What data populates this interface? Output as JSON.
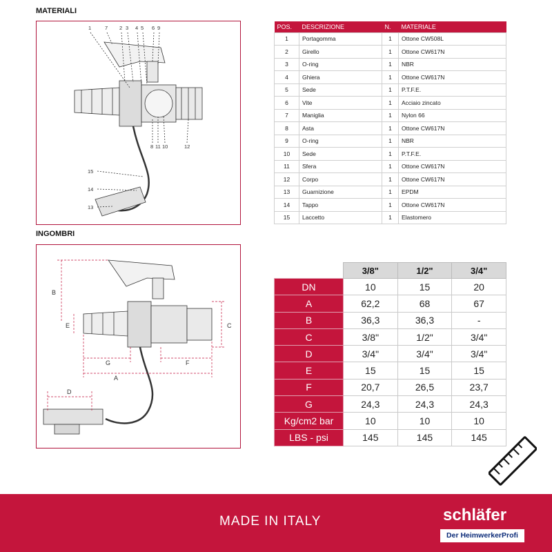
{
  "materiali_title": "MATERIALI",
  "ingombri_title": "INGOMBRI",
  "drawing1": {
    "top_numbers": [
      "1",
      "7",
      "2",
      "3",
      "4",
      "5",
      "6",
      "9"
    ],
    "bottom_numbers": [
      "8",
      "11",
      "10",
      "12"
    ],
    "side_numbers": [
      "15",
      "14",
      "13"
    ]
  },
  "drawing2": {
    "labels": [
      "B",
      "E",
      "C",
      "G",
      "F",
      "A",
      "D"
    ]
  },
  "materials": {
    "headers": [
      "POS.",
      "DESCRIZIONE",
      "N.",
      "MATERIALE"
    ],
    "rows": [
      [
        "1",
        "Portagomma",
        "1",
        "Ottone CW508L"
      ],
      [
        "2",
        "Girello",
        "1",
        "Ottone CW617N"
      ],
      [
        "3",
        "O-ring",
        "1",
        "NBR"
      ],
      [
        "4",
        "Ghiera",
        "1",
        "Ottone CW617N"
      ],
      [
        "5",
        "Sede",
        "1",
        "P.T.F.E."
      ],
      [
        "6",
        "Vite",
        "1",
        "Acciaio zincato"
      ],
      [
        "7",
        "Maniglia",
        "1",
        "Nylon 66"
      ],
      [
        "8",
        "Asta",
        "1",
        "Ottone CW617N"
      ],
      [
        "9",
        "O-ring",
        "1",
        "NBR"
      ],
      [
        "10",
        "Sede",
        "1",
        "P.T.F.E."
      ],
      [
        "11",
        "Sfera",
        "1",
        "Ottone CW617N"
      ],
      [
        "12",
        "Corpo",
        "1",
        "Ottone CW617N"
      ],
      [
        "13",
        "Guarnizione",
        "1",
        "EPDM"
      ],
      [
        "14",
        "Tappo",
        "1",
        "Ottone CW617N"
      ],
      [
        "15",
        "Laccetto",
        "1",
        "Elastomero"
      ]
    ]
  },
  "dimensions": {
    "sizes": [
      "3/8\"",
      "1/2\"",
      "3/4\""
    ],
    "rows": [
      {
        "label": "DN",
        "values": [
          "10",
          "15",
          "20"
        ]
      },
      {
        "label": "A",
        "values": [
          "62,2",
          "68",
          "67"
        ]
      },
      {
        "label": "B",
        "values": [
          "36,3",
          "36,3",
          "-"
        ]
      },
      {
        "label": "C",
        "values": [
          "3/8\"",
          "1/2\"",
          "3/4\""
        ]
      },
      {
        "label": "D",
        "values": [
          "3/4\"",
          "3/4\"",
          "3/4\""
        ]
      },
      {
        "label": "E",
        "values": [
          "15",
          "15",
          "15"
        ]
      },
      {
        "label": "F",
        "values": [
          "20,7",
          "26,5",
          "23,7"
        ]
      },
      {
        "label": "G",
        "values": [
          "24,3",
          "24,3",
          "24,3"
        ]
      },
      {
        "label": "Kg/cm2 bar",
        "values": [
          "10",
          "10",
          "10"
        ]
      },
      {
        "label": "LBS - psi",
        "values": [
          "145",
          "145",
          "145"
        ]
      }
    ]
  },
  "footer": {
    "made_in": "MADE IN ITALY",
    "brand": "schläfer",
    "tagline": "Der HeimwerkerProfi"
  },
  "colors": {
    "accent": "#c4153c",
    "header_gray": "#d9d9d9",
    "tagline_blue": "#0a2a78"
  }
}
